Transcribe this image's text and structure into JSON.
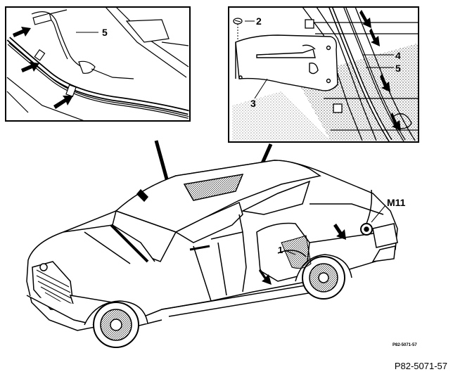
{
  "callouts": {
    "inset_left_5": "5",
    "inset_right_2": "2",
    "inset_right_4": "4",
    "inset_right_5": "5",
    "inset_right_3": "3",
    "car_1": "1",
    "car_m11": "M11"
  },
  "drawing_code": "P82-5071-57",
  "reference_number": "P82-5071-57"
}
